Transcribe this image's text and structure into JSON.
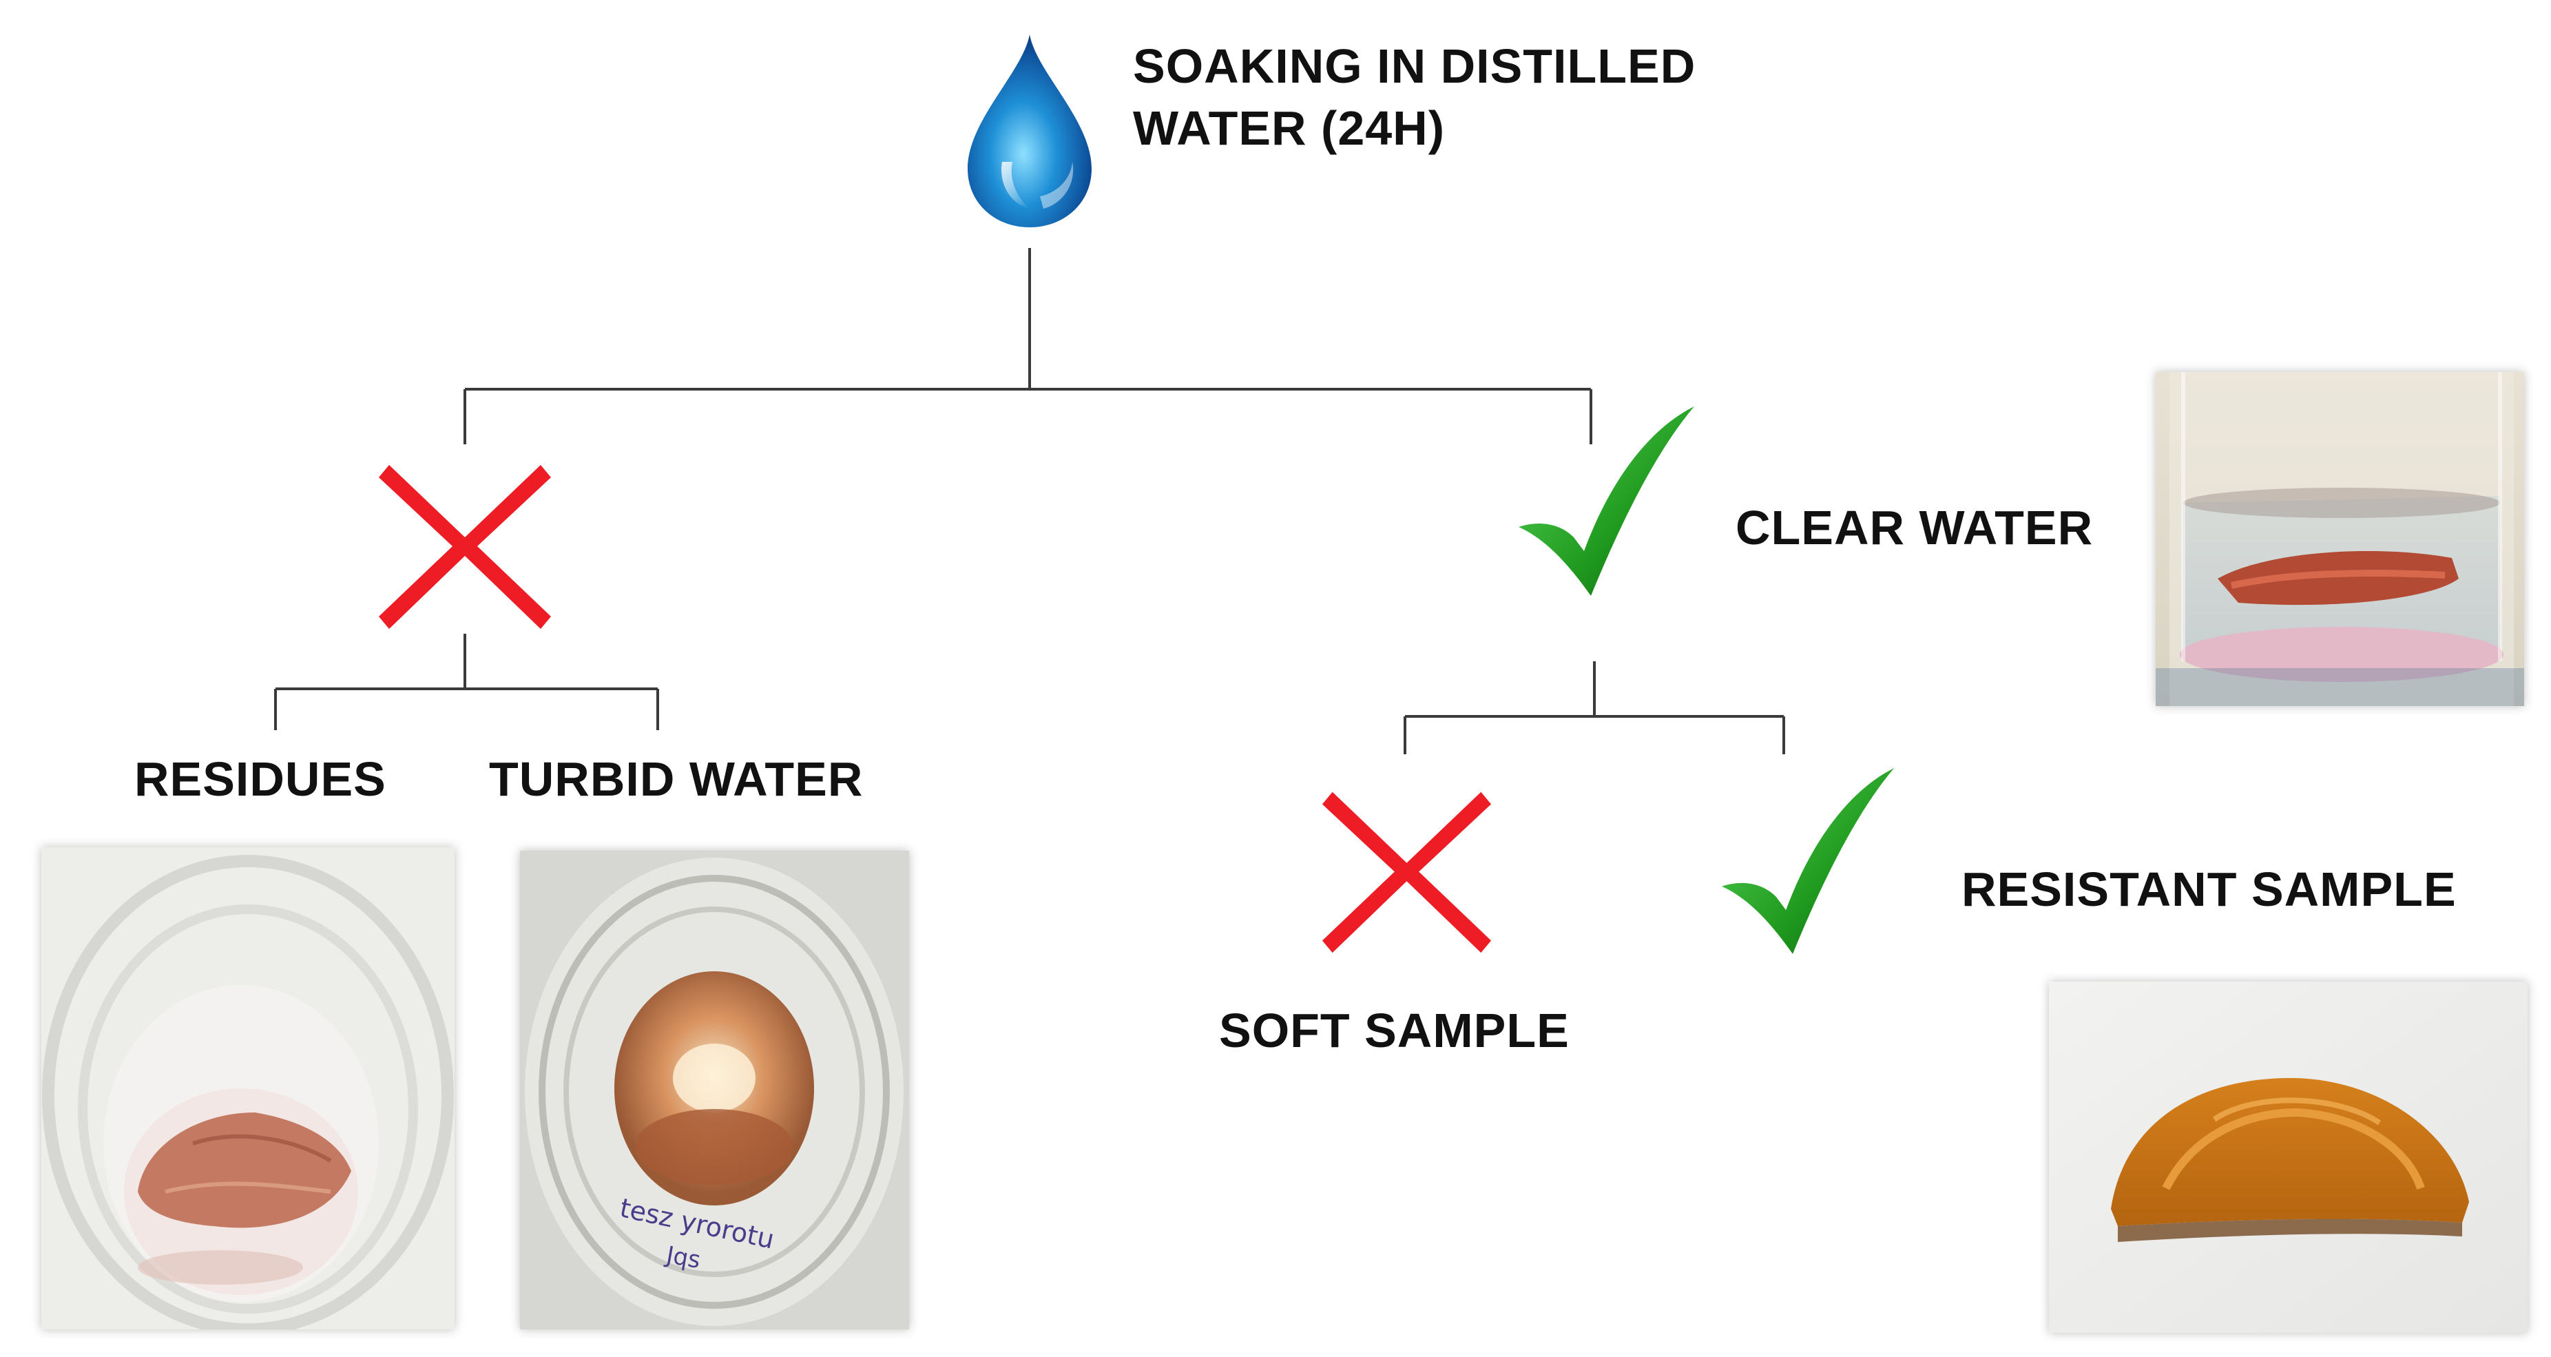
{
  "title": {
    "line1": "SOAKING IN DISTILLED",
    "line2": "WATER (24H)"
  },
  "labels": {
    "residues": "RESIDUES",
    "turbid_water": "TURBID WATER",
    "clear_water": "CLEAR WATER",
    "soft_sample": "SOFT SAMPLE",
    "resistant_sample": "RESISTANT SAMPLE"
  },
  "icons": {
    "drop": "water-drop-icon",
    "fail": "red-cross-icon",
    "pass": "green-check-icon"
  },
  "colors": {
    "cross": "#ee1c24",
    "check": "#1f9a1f",
    "drop": "#1e8fd6",
    "line": "#3a3a3a"
  }
}
